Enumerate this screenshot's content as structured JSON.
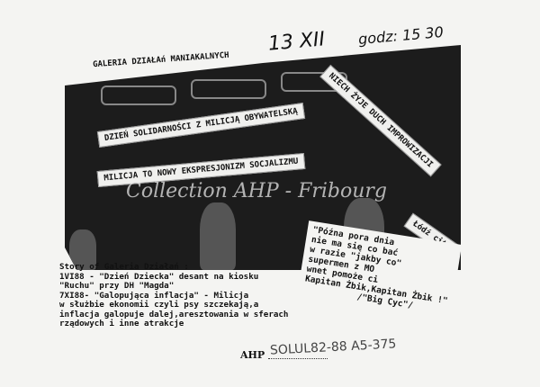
{
  "header": {
    "gallery_title": "GALERIA DZIAŁAń MANIAKALNYCH",
    "handwritten_date": "13 XII",
    "handwritten_time": "godz: 15 30"
  },
  "photo_labels": {
    "solidarity": "DZIEŃ SOLIDARNOŚCI Z MILICJĄ OBYWATELSKĄ",
    "expressionism": "MILICJA TO NOWY EKSPRESJONIZM SOCJALIZMU",
    "improvisation": "NIECH ŻYJE DUCH IMPROWIZACJI",
    "city": "Łódź city"
  },
  "watermark": "Collection AHP - Fribourg",
  "story": [
    "Story of Galeria Działań :",
    "1VI88 - \"Dzień Dziecka\" desant na kiosku",
    "\"Ruchu\" przy DH \"Magda\"",
    "7XI88- \"Galopująca inflacja\" - Milicja",
    "w służbie ekonomii czyli psy szczekają,a",
    "inflacja galopuje dalej,aresztowania w sferach",
    "rządowych i inne atrakcje"
  ],
  "quote": [
    "\"Późna pora dnia",
    "nie ma się co bać",
    "w razie \"jakby co\"",
    "supermen z MO",
    "wnet pomoże ci",
    "Kapitan Żbik,Kapitan Żbik !\"",
    "/\"Big Cyc\"/"
  ],
  "archive": {
    "prefix": "AHP",
    "signature": "SOLUL82-88 A5-375"
  }
}
